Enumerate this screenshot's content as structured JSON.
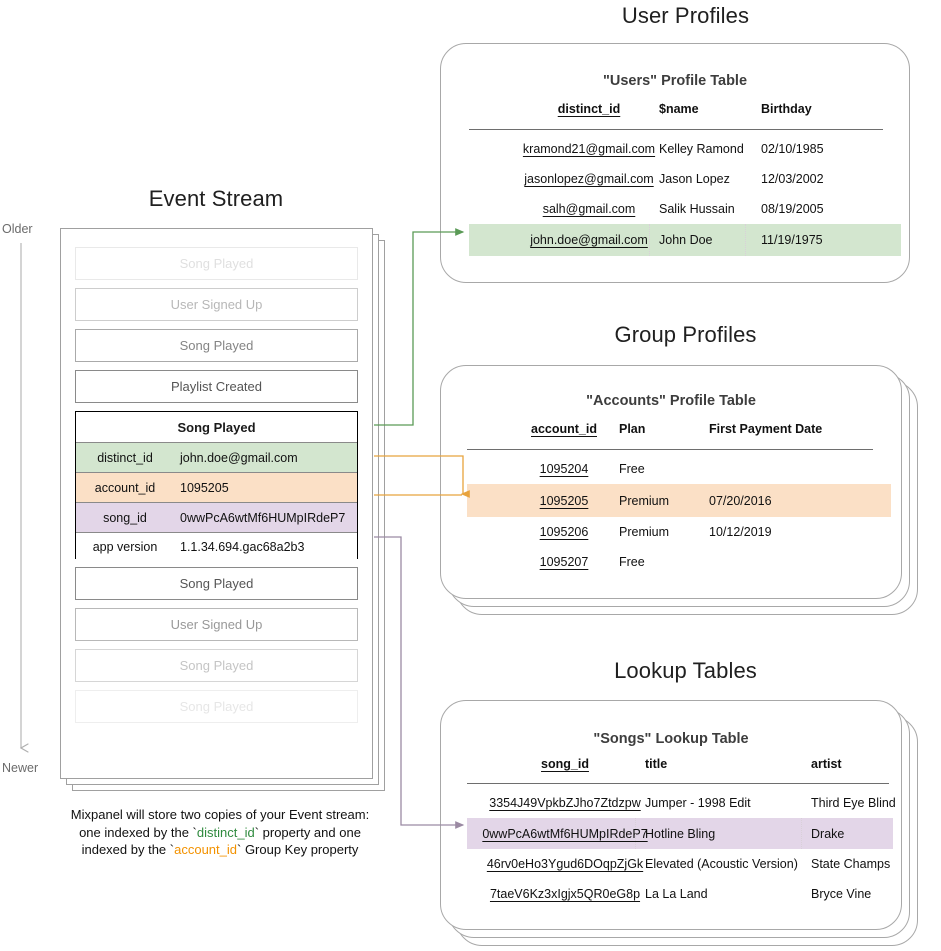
{
  "sections": {
    "event_stream_title": "Event Stream",
    "user_profiles_title": "User Profiles",
    "group_profiles_title": "Group Profiles",
    "lookup_tables_title": "Lookup Tables"
  },
  "timeline": {
    "older_label": "Older",
    "newer_label": "Newer"
  },
  "event_stream": {
    "events_before": [
      {
        "label": "Song Played",
        "opacity": 0.18
      },
      {
        "label": "User Signed Up",
        "opacity": 0.42
      },
      {
        "label": "Song Played",
        "opacity": 0.72
      },
      {
        "label": "Playlist Created",
        "opacity": 1.0
      }
    ],
    "focused_event": {
      "title": "Song Played",
      "properties": [
        {
          "key": "distinct_id",
          "value": "john.doe@gmail.com",
          "highlight": "green"
        },
        {
          "key": "account_id",
          "value": "1095205",
          "highlight": "orange"
        },
        {
          "key": "song_id",
          "value": "0wwPcA6wtMf6HUMpIRdeP7",
          "highlight": "purple"
        },
        {
          "key": "app version",
          "value": "1.1.34.694.gac68a2b3",
          "highlight": "none"
        }
      ]
    },
    "events_after": [
      {
        "label": "Song Played",
        "opacity": 1.0
      },
      {
        "label": "User Signed Up",
        "opacity": 0.6
      },
      {
        "label": "Song Played",
        "opacity": 0.34
      },
      {
        "label": "Song Played",
        "opacity": 0.14
      }
    ]
  },
  "caption": {
    "line1": "Mixpanel will store two copies of your Event stream:",
    "line2_a": "one indexed by the `",
    "line2_token": "distinct_id",
    "line2_b": "` property and one",
    "line3_a": "indexed by the `",
    "line3_token": "account_id",
    "line3_b": "` Group Key property"
  },
  "users_table": {
    "title": "\"Users\" Profile Table",
    "columns": [
      "distinct_id",
      "$name",
      "Birthday"
    ],
    "rows": [
      {
        "distinct_id": "kramond21@gmail.com",
        "name": "Kelley Ramond",
        "birthday": "02/10/1985",
        "highlight": false
      },
      {
        "distinct_id": "jasonlopez@gmail.com",
        "name": "Jason Lopez",
        "birthday": "12/03/2002",
        "highlight": false
      },
      {
        "distinct_id": "salh@gmail.com",
        "name": "Salik Hussain",
        "birthday": "08/19/2005",
        "highlight": false
      },
      {
        "distinct_id": "john.doe@gmail.com",
        "name": "John Doe",
        "birthday": "11/19/1975",
        "highlight": true
      }
    ]
  },
  "accounts_table": {
    "title": "\"Accounts\" Profile Table",
    "columns": [
      "account_id",
      "Plan",
      "First Payment Date"
    ],
    "rows": [
      {
        "account_id": "1095204",
        "plan": "Free",
        "first_payment_date": "",
        "highlight": false
      },
      {
        "account_id": "1095205",
        "plan": "Premium",
        "first_payment_date": "07/20/2016",
        "highlight": true
      },
      {
        "account_id": "1095206",
        "plan": "Premium",
        "first_payment_date": "10/12/2019",
        "highlight": false
      },
      {
        "account_id": "1095207",
        "plan": "Free",
        "first_payment_date": "",
        "highlight": false
      }
    ]
  },
  "songs_table": {
    "title": "\"Songs\" Lookup Table",
    "columns": [
      "song_id",
      "title",
      "artist"
    ],
    "rows": [
      {
        "song_id": "3354J49VpkbZJho7Ztdzpw",
        "title": "Jumper - 1998 Edit",
        "artist": "Third Eye Blind",
        "highlight": false
      },
      {
        "song_id": "0wwPcA6wtMf6HUMpIRdeP7",
        "title": "Hotline Bling",
        "artist": "Drake",
        "highlight": true
      },
      {
        "song_id": "46rv0eHo3Ygud6DOqpZjGk",
        "title": "Elevated (Acoustic Version)",
        "artist": "State Champs",
        "highlight": false
      },
      {
        "song_id": "7taeV6Kz3xIgjx5QR0eG8p",
        "title": "La La Land",
        "artist": "Bryce Vine",
        "highlight": false
      }
    ]
  },
  "colors": {
    "green_highlight": "#d3e6cf",
    "orange_highlight": "#fbe0c6",
    "purple_highlight": "#e3d6e8",
    "green_connector": "#5a9a56",
    "orange_connector": "#e8a33d",
    "purple_connector": "#a792ad",
    "card_border": "#a8a8a8",
    "text": "#1a1a1a"
  }
}
